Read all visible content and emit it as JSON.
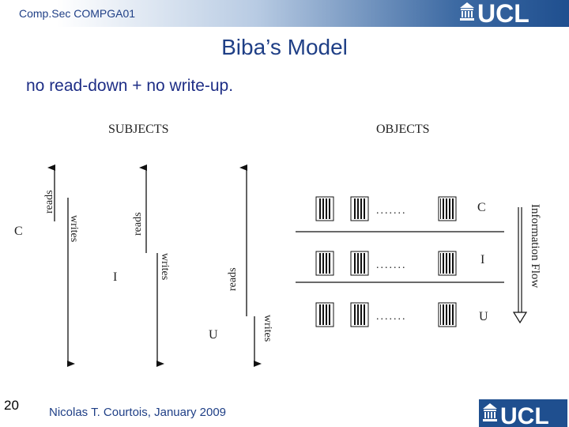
{
  "header": {
    "course": "Comp.Sec COMPGA01",
    "logo_text": "UCL",
    "logo_icon": "ucl-portico-icon"
  },
  "slide": {
    "title": "Biba’s Model",
    "subtitle": "no read-down + no write-up."
  },
  "diagram": {
    "subjects_heading": "SUBJECTS",
    "objects_heading": "OBJECTS",
    "subject_levels": [
      "C",
      "I",
      "U"
    ],
    "object_levels": [
      "C",
      "I",
      "U"
    ],
    "reads_label": "reads",
    "writes_label": "writes",
    "ellipsis": ".......",
    "info_flow_label": "Information Flow"
  },
  "footer": {
    "slide_number": "20",
    "author_date": "Nicolas T. Courtois, January 2009",
    "logo_text": "UCL"
  }
}
